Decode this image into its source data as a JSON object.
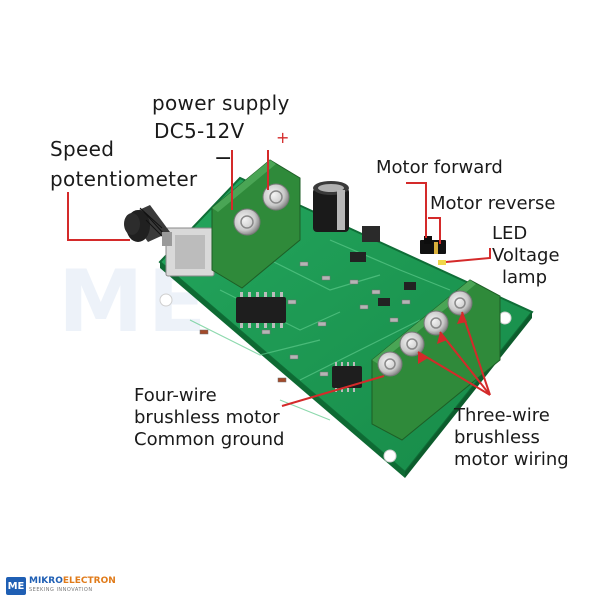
{
  "labels": {
    "power_supply_line1": "power supply",
    "power_supply_line2": "DC5-12V",
    "minus_sign": "−",
    "plus_sign": "+",
    "speed_line1": "Speed",
    "speed_line2": "potentiometer",
    "motor_forward": "Motor forward",
    "motor_reverse": "Motor reverse",
    "led_line1": "LED",
    "led_line2": "Voltage",
    "led_line3": "lamp",
    "four_wire_line1": "Four-wire",
    "four_wire_line2": "brushless motor",
    "four_wire_line3": "Common ground",
    "three_wire_line1": "Three-wire",
    "three_wire_line2": "brushless",
    "three_wire_line3": "motor wiring"
  },
  "logo": {
    "mark": "ME",
    "brand_part1": "MIKRO",
    "brand_part2": "ELECTRON",
    "tagline": "SEEKING INNOVATION"
  },
  "watermark": "ME",
  "colors": {
    "pcb": "#1f9a55",
    "terminal": "#2f8a3a",
    "leader_red": "#d42a2a",
    "text": "#1a1a1a",
    "brand_blue": "#1f5fb4",
    "brand_orange": "#e07b1a"
  },
  "icons": {
    "logo": "mikroelectron-logo-icon"
  }
}
